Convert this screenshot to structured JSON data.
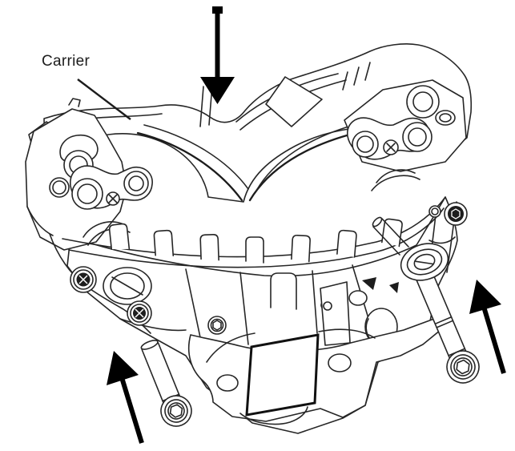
{
  "figure": {
    "label": {
      "text": "Carrier"
    },
    "colors": {
      "background": "#ffffff",
      "line": "#262626",
      "arrow": "#000000",
      "patch_border": "#111111"
    },
    "arrows": [
      {
        "id": "top",
        "direction": "down"
      },
      {
        "id": "bottom-left",
        "direction": "up"
      },
      {
        "id": "bottom-right",
        "direction": "up"
      }
    ],
    "parts": [
      {
        "name": "carrier"
      },
      {
        "name": "mounting-bolt-left"
      },
      {
        "name": "mounting-bolt-right"
      },
      {
        "name": "blank-label-patch"
      }
    ]
  }
}
